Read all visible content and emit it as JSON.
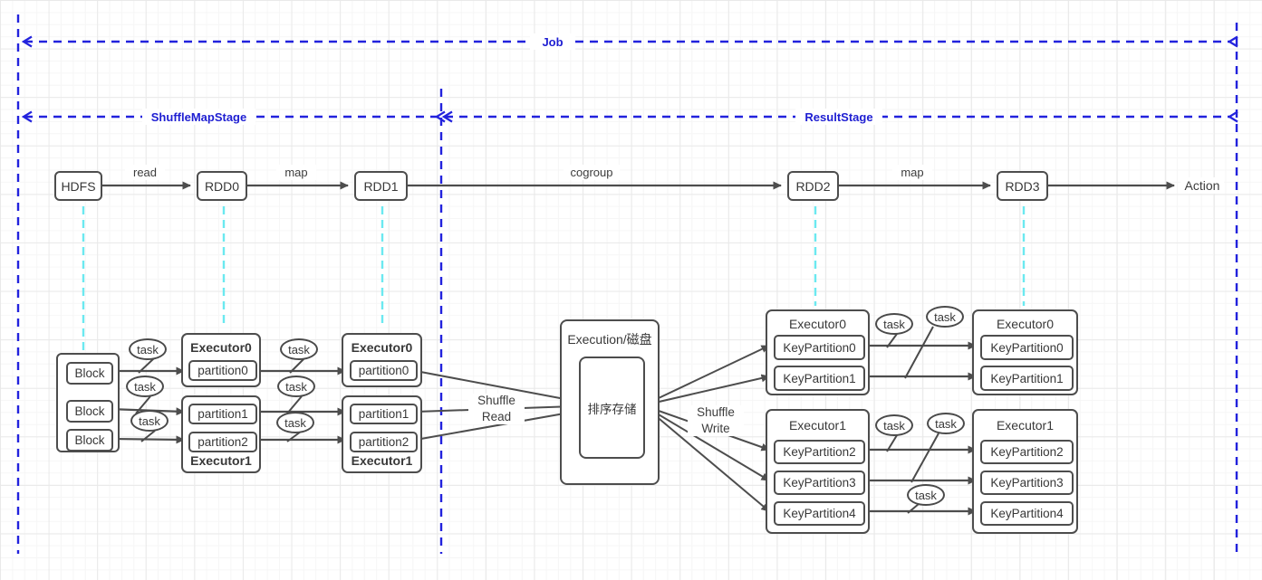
{
  "header": {
    "job": "Job",
    "shuffle_map_stage": "ShuffleMapStage",
    "result_stage": "ResultStage"
  },
  "pipeline": {
    "nodes": [
      "HDFS",
      "RDD0",
      "RDD1",
      "RDD2",
      "RDD3"
    ],
    "edges": [
      "read",
      "map",
      "cogroup",
      "map"
    ],
    "action_label": "Action"
  },
  "labels": {
    "task": "task",
    "shuffle_read": "Shuffle\nRead",
    "shuffle_write": "Shuffle\nWrite"
  },
  "storage": {
    "title": "Execution/磁盘",
    "sorted_store": "排序存储"
  },
  "map_side": {
    "block": "Block",
    "stage_a": [
      {
        "title": "Executor0",
        "partitions": [
          "partition0"
        ]
      },
      {
        "title": "Executor1",
        "partitions": [
          "partition1",
          "partition2"
        ]
      }
    ],
    "stage_b": [
      {
        "title": "Executor0",
        "partitions": [
          "partition0"
        ]
      },
      {
        "title": "Executor1",
        "partitions": [
          "partition1",
          "partition2"
        ]
      }
    ]
  },
  "reduce_side": {
    "stage_a": [
      {
        "title": "Executor0",
        "partitions": [
          "KeyPartition0",
          "KeyPartition1"
        ]
      },
      {
        "title": "Executor1",
        "partitions": [
          "KeyPartition2",
          "KeyPartition3",
          "KeyPartition4"
        ]
      }
    ],
    "stage_b": [
      {
        "title": "Executor0",
        "partitions": [
          "KeyPartition0",
          "KeyPartition1"
        ]
      },
      {
        "title": "Executor1",
        "partitions": [
          "KeyPartition2",
          "KeyPartition3",
          "KeyPartition4"
        ]
      }
    ]
  },
  "colors": {
    "stage_blue": "#2222dd",
    "lineage_cyan": "#6be9f0",
    "line_gray": "#4d4d4d"
  }
}
